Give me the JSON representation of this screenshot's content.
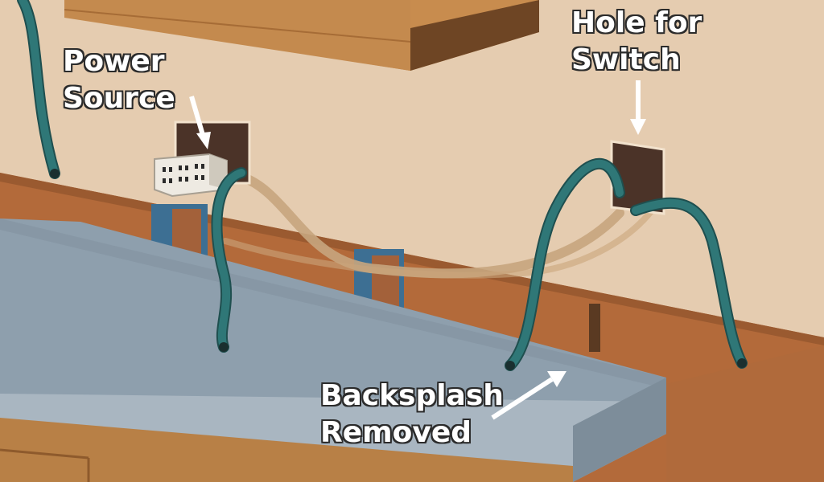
{
  "labels": {
    "power_source": [
      "Power",
      "Source"
    ],
    "hole_for_switch": [
      "Hole for",
      "Switch"
    ],
    "backsplash_removed": [
      "Backsplash",
      "Removed"
    ]
  },
  "colors": {
    "wall": "#e5ccb0",
    "cabinet": "#b88046",
    "cabinet_dark": "#8e5a2c",
    "backsplash_wall": "#b0693a",
    "countertop": "#8e9fad",
    "countertop_edge": "#a9b6c1",
    "cable": "#2f7777",
    "cable_ghost": "#c7a57e",
    "hole": "#4b3328",
    "stud_blue": "#3d6f93",
    "outlet": "#eeeae2",
    "label_text": "#ffffff"
  }
}
